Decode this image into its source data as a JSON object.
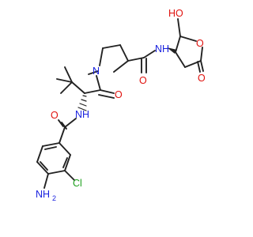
{
  "molecule": {
    "colors": {
      "bond": "#222222",
      "oxygen": "#e0120e",
      "nitrogen": "#1a22e0",
      "chlorine": "#1fa11f"
    },
    "labels": {
      "oh": "HO",
      "amide_nh_right": "NH",
      "amide_o_right": "O",
      "lactone_ring_o": "O",
      "lactone_carbonyl_o": "O",
      "pyrrolidine_n": "N",
      "tle_carbonyl_o": "O",
      "tle_nh": "NH",
      "benzamide_o": "O",
      "chloro": "Cl",
      "amine_n": "NH",
      "amine_sub": "2"
    }
  }
}
